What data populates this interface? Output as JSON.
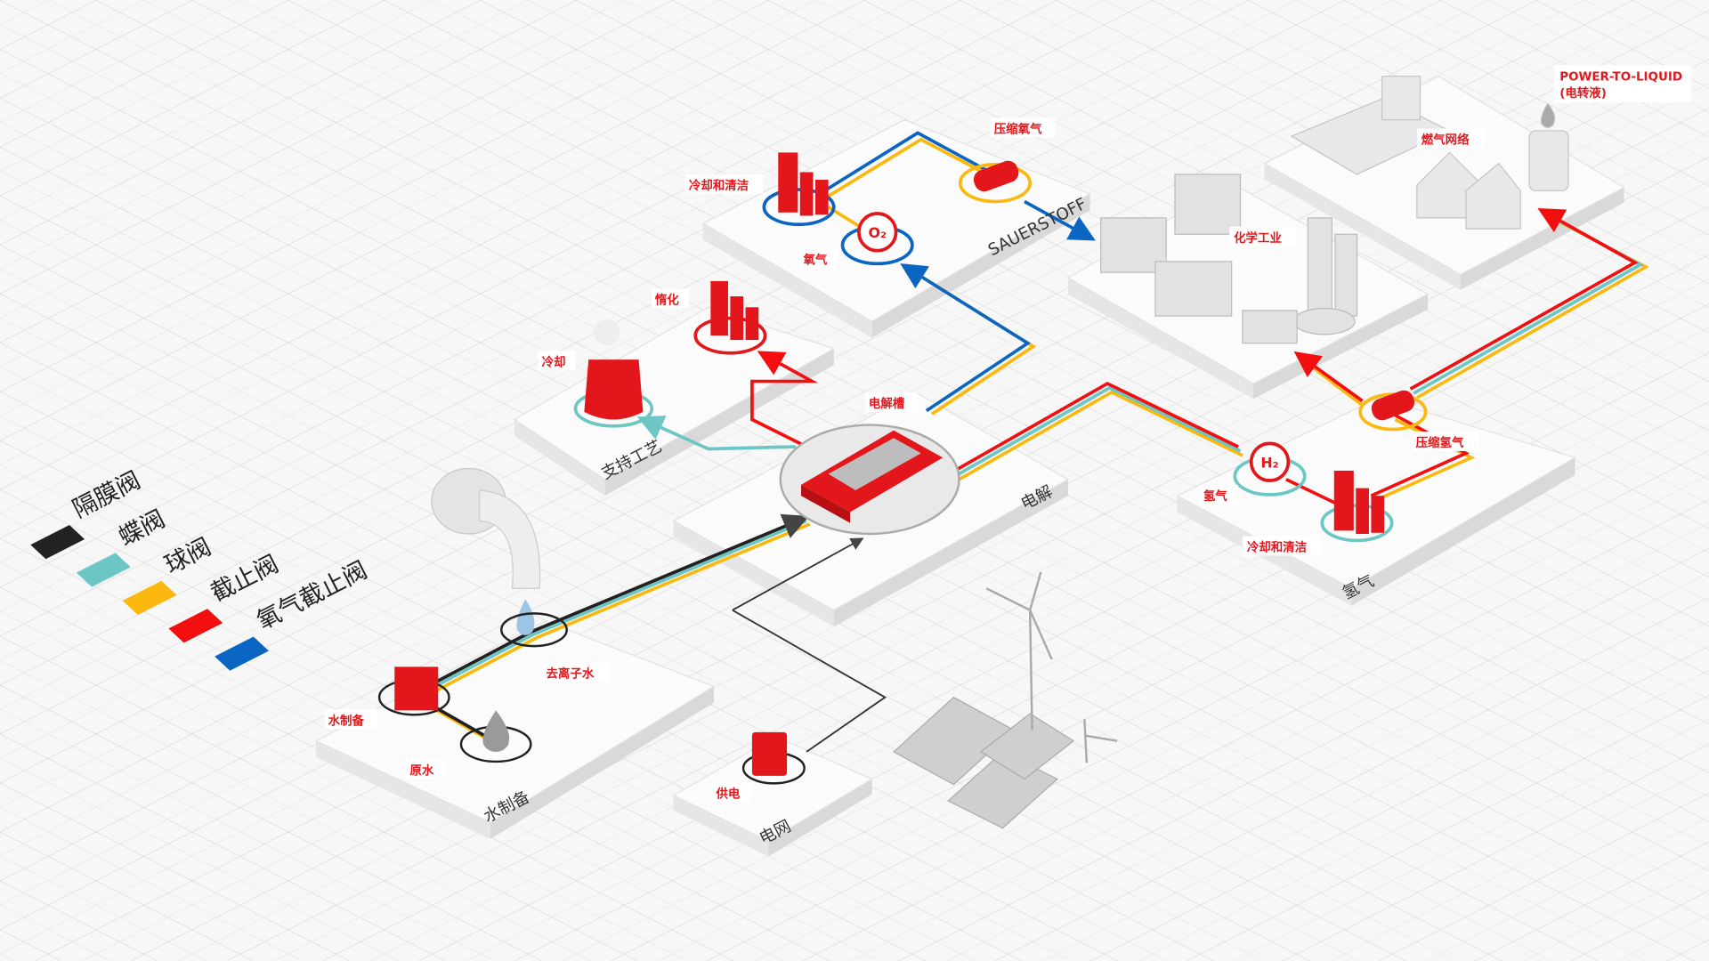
{
  "legend": [
    {
      "label": "隔膜阀",
      "color": "#222222"
    },
    {
      "label": "蝶阀",
      "color": "#6cc6c4"
    },
    {
      "label": "球阀",
      "color": "#fbb90f"
    },
    {
      "label": "截止阀",
      "color": "#f30f10"
    },
    {
      "label": "氧气截止阀",
      "color": "#0a66c2"
    }
  ],
  "labels": {
    "o2_cooling": "冷却和清洁",
    "o2_compress": "压缩氧气",
    "o2_gas": "氧气",
    "sauerstoff": "SAUERSTOFF",
    "inerting": "惰化",
    "cooling": "冷却",
    "support_process": "支持工艺",
    "electrolyzer": "电解槽",
    "grid_platform": "电解",
    "chemical": "化学工业",
    "gas_network": "燃气网络",
    "ptl_title": "POWER-TO-LIQUID",
    "ptl_sub": "(电转液)",
    "h2_compress": "压缩氢气",
    "h2_gas": "氢气",
    "h2_cooling": "冷却和清洁",
    "h2_platform": "氢气",
    "deionized": "去离子水",
    "water_prep": "水制备",
    "raw_water": "原水",
    "water_platform": "水制备",
    "power_supply": "供电",
    "power_platform": "电网"
  },
  "symbols": {
    "o2": "O₂",
    "h2": "H₂"
  },
  "colors": {
    "accent": "#e3171b",
    "oxygen": "#0a66c2",
    "ball": "#fbb90f",
    "butterfly": "#6cc6c4"
  }
}
